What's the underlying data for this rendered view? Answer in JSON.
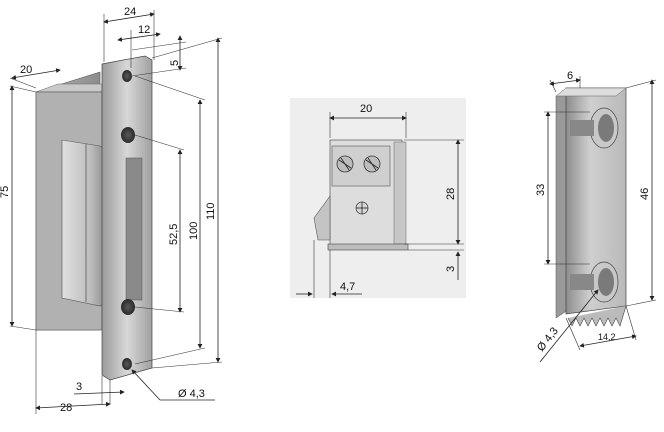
{
  "figure": {
    "left_view": {
      "width_top": "24",
      "offset_top": "12",
      "hole_offset": "5",
      "body_depth": "20",
      "body_height": "75",
      "hole_spacing_inner": "52,5",
      "hole_spacing_outer": "100",
      "plate_length": "110",
      "plate_thickness": "3",
      "base_width": "28",
      "hole_diameter": "Ø 4,3"
    },
    "middle_view": {
      "width": "20",
      "height": "28",
      "gap": "3",
      "offset": "4,7"
    },
    "right_view": {
      "top_width": "6",
      "hole_spacing": "33",
      "plate_height": "46",
      "hole_diameter": "Ø 4,3",
      "plate_width": "14,2"
    }
  }
}
